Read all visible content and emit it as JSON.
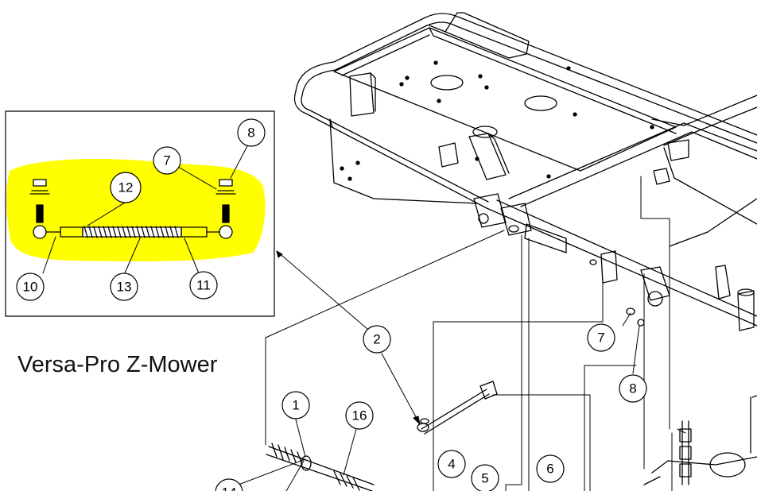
{
  "title": "Versa-Pro Z-Mower",
  "inset_highlight_color": "#ffff00",
  "callouts": {
    "c1": "1",
    "c2": "2",
    "c4": "4",
    "c5": "5",
    "c6": "6",
    "c7_main": "7",
    "c8_main": "8",
    "c16": "16",
    "c14": "14",
    "c7_inset": "7",
    "c8_inset": "8",
    "c10": "10",
    "c11": "11",
    "c12": "12",
    "c13": "13"
  }
}
